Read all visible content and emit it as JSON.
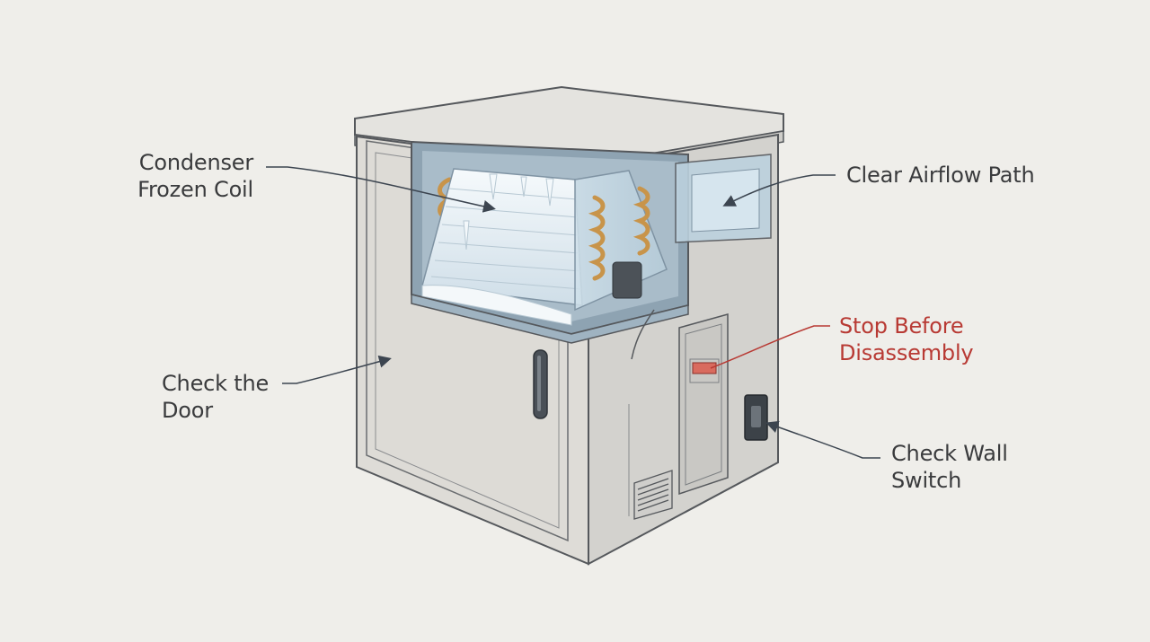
{
  "diagram": {
    "callouts": {
      "condenser": {
        "line1": "Condenser",
        "line2": "Frozen Coil"
      },
      "airflow": {
        "line1": "Clear Airflow Path"
      },
      "stop": {
        "line1": "Stop Before",
        "line2": "Disassembly"
      },
      "door": {
        "line1": "Check the",
        "line2": "Door"
      },
      "wall_switch": {
        "line1": "Check Wall",
        "line2": "Switch"
      }
    },
    "colors": {
      "background": "#efeeea",
      "cabinet": "#dddcd8",
      "outline": "#55585c",
      "coil_frame": "#7f93a3",
      "ice": "#e9f1f6",
      "copper": "#c8944a",
      "warning": "#b83a34"
    }
  }
}
